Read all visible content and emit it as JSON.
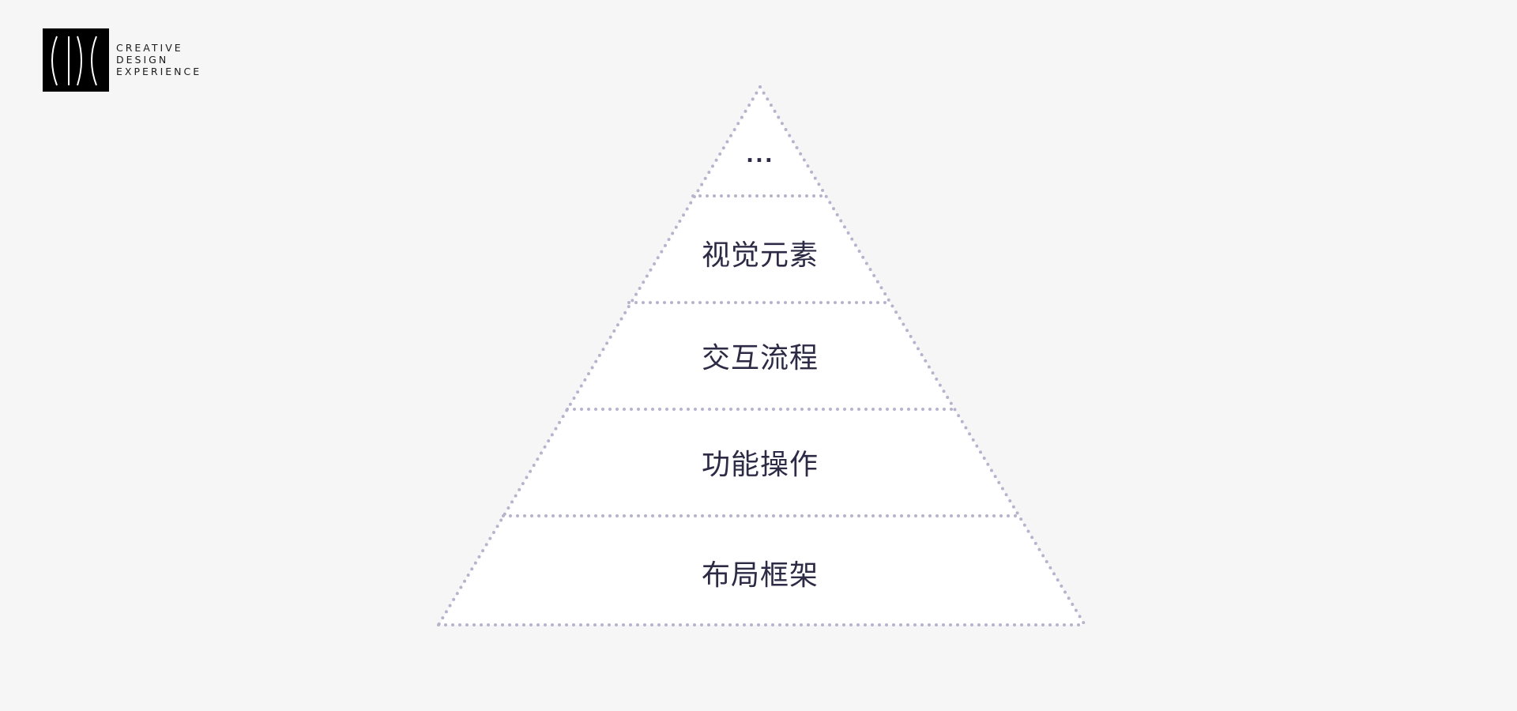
{
  "logo": {
    "icon": "three-arcs-logo-icon",
    "lines": [
      "CREATIVE",
      "DESIGN",
      "EXPERIENCE"
    ]
  },
  "pyramid": {
    "levels": [
      {
        "label": "..."
      },
      {
        "label": "视觉元素"
      },
      {
        "label": "交互流程"
      },
      {
        "label": "功能操作"
      },
      {
        "label": "布局框架"
      }
    ]
  },
  "colors": {
    "background": "#f6f6f6",
    "fill": "#ffffff",
    "border": "#b7b3cc",
    "text": "#2c2a44"
  }
}
